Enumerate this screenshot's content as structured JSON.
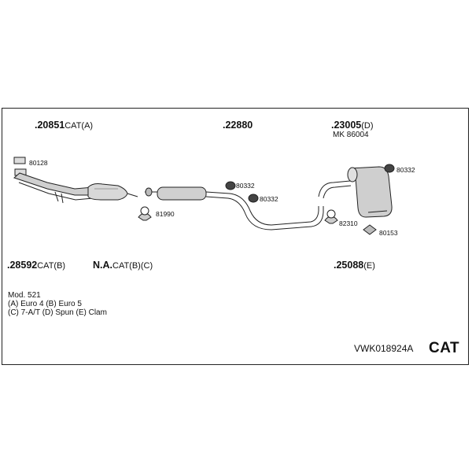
{
  "parts_top": [
    {
      "number": ".20851",
      "suffix": "CAT(A)"
    },
    {
      "number": ".22880",
      "suffix": ""
    },
    {
      "number": ".23005",
      "suffix": "(D)"
    }
  ],
  "mk_label": "MK  86004",
  "parts_bottom": [
    {
      "number": ".28592",
      "suffix": "CAT(B)"
    },
    {
      "number": "N.A.",
      "suffix": "CAT(B)(C)"
    },
    {
      "number": ".25088",
      "suffix": "(E)"
    }
  ],
  "small_parts": {
    "p80128": "80128",
    "p81990": "81990",
    "p80332a": "80332",
    "p80332b": "80332",
    "p80332c": "80332",
    "p82310": "82310",
    "p80153": "80153"
  },
  "notes": {
    "model": "Mod. 521",
    "line1": "(A) Euro 4 (B) Euro 5",
    "line2": "(C) 7-A/T (D) Spun (E) Clam"
  },
  "kit_code": "VWK018924A",
  "cat_label": "CAT"
}
